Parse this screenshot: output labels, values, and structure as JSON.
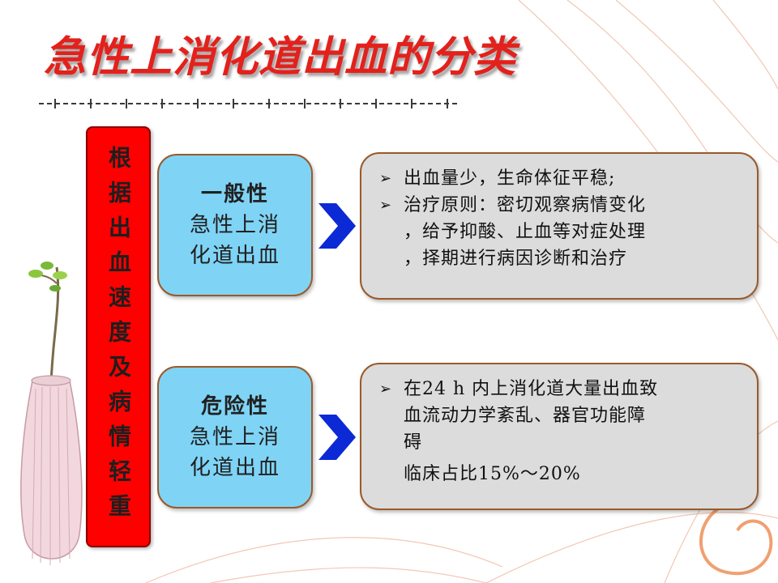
{
  "title": "急性上消化道出血的分类",
  "side_label": "根据出血速度及病情轻重",
  "categories": [
    {
      "type": "一般性",
      "name_line1": "急性上消",
      "name_line2": "化道出血"
    },
    {
      "type": "危险性",
      "name_line1": "急性上消",
      "name_line2": "化道出血"
    }
  ],
  "bullet_glyph": "➢",
  "details": {
    "general": {
      "b1": "出血量少，生命体征平稳;",
      "b2_l1": "治疗原则：密切观察病情变化",
      "b2_l2": "，给予抑酸、止血等对症处理",
      "b2_l3": "，择期进行病因诊断和治疗"
    },
    "danger": {
      "b1_l1": "在24 h 内上消化道大量出血致",
      "b1_l2": "血流动力学紊乱、器官功能障",
      "b1_l3": "碍",
      "note": "临床占比15%～20%"
    }
  },
  "colors": {
    "title_red": "#e3211c",
    "side_bar": "#ff0000",
    "category_box": "#7fd4f6",
    "detail_box": "#dcdcdc",
    "arrow": "#0b2ad6",
    "border_brown": "#9a5a2a"
  },
  "icons": [
    "chevron-right-icon",
    "vase-icon",
    "branch-icon"
  ]
}
